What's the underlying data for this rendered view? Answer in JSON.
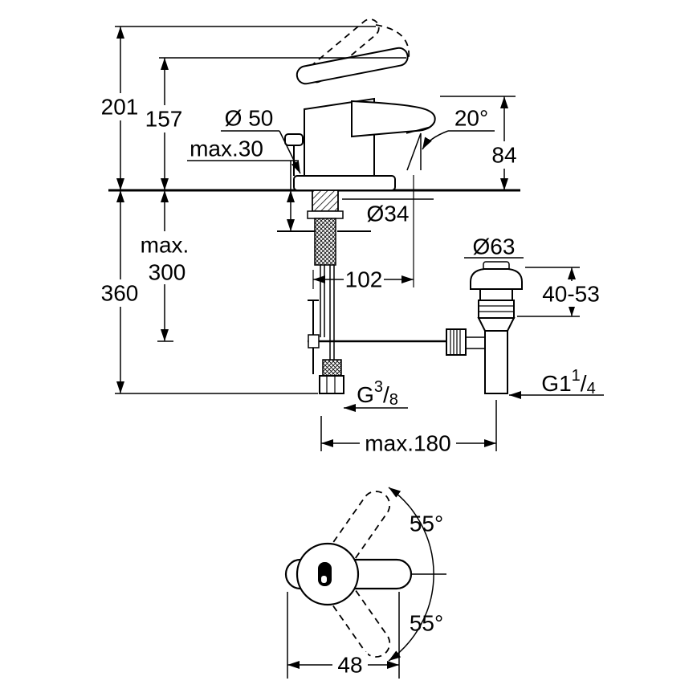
{
  "drawing": {
    "background": "#ffffff",
    "stroke": "#000000",
    "type": "faucet-installation-dimension-drawing",
    "labels": {
      "d201": "201",
      "d157": "157",
      "d50": "Ø 50",
      "max30": "max.30",
      "a20": "20°",
      "d84": "84",
      "d34": "Ø34",
      "max300a": "max.",
      "max300b": "300",
      "d360": "360",
      "d102": "102",
      "d63": "Ø63",
      "r4053": "40-53",
      "g38_base": "G",
      "g38_sup": "3",
      "g38_slash": "/",
      "g38_sub": "8",
      "g114_base": "G1",
      "g114_sup": "1",
      "g114_slash": "/",
      "g114_sub": "4",
      "max180": "max.180",
      "a55_top": "55°",
      "a55_bottom": "55°",
      "d48": "48"
    }
  }
}
